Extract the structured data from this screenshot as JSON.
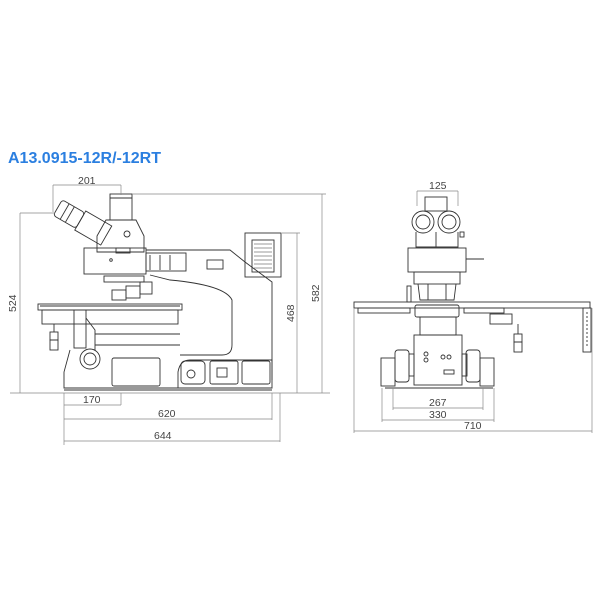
{
  "title": "A13.0915-12R/-12RT",
  "colors": {
    "title": "#2b7fe0",
    "line": "#333333",
    "dimension": "#8a8a8a"
  },
  "side_view": {
    "dimensions": {
      "head_width": "201",
      "total_height": "524",
      "lamp_height": "468",
      "overall_height": "582",
      "front_offset": "170",
      "base_length": "620",
      "overall_length": "644"
    }
  },
  "front_view": {
    "dimensions": {
      "head_width": "125",
      "base_inner_width": "267",
      "base_width": "330",
      "stage_width": "710"
    }
  }
}
